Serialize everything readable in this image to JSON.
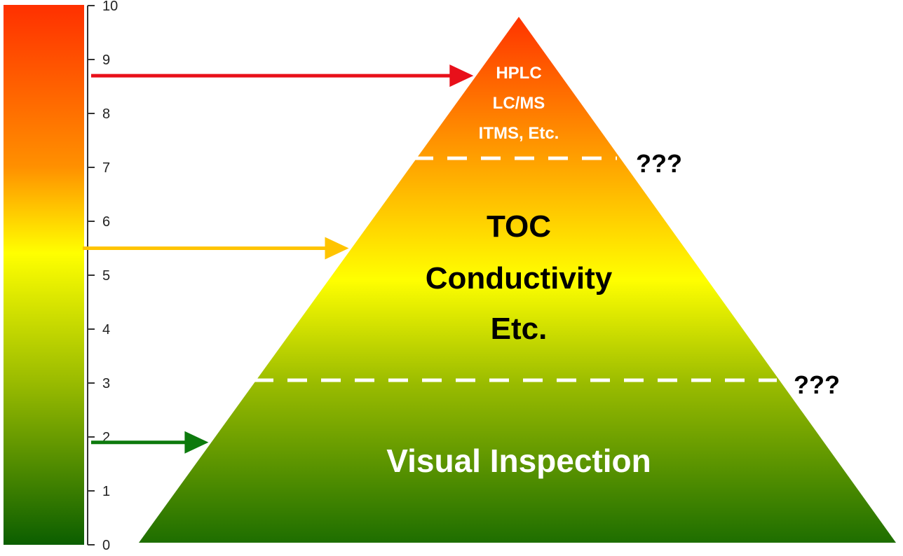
{
  "scale": {
    "min": 0,
    "max": 10,
    "ticks": [
      "0",
      "1",
      "2",
      "3",
      "4",
      "5",
      "6",
      "7",
      "8",
      "9",
      "10"
    ],
    "colors": {
      "low": "#0b5e00",
      "mid": "#ffff00",
      "high": "#ff3300"
    }
  },
  "pyramid": {
    "top_tier": {
      "lines": [
        "HPLC",
        "LC/MS",
        "ITMS, Etc."
      ],
      "scale_value": 8.7,
      "arrow_color": "#e8101a"
    },
    "middle_tier": {
      "lines": [
        "TOC",
        "Conductivity",
        "Etc."
      ],
      "scale_value": 5.5,
      "arrow_color": "#ffc400"
    },
    "bottom_tier": {
      "lines": [
        "Visual Inspection"
      ],
      "scale_value": 1.9,
      "arrow_color": "#0d7a0d"
    },
    "boundary_labels": [
      "???",
      "???"
    ]
  }
}
